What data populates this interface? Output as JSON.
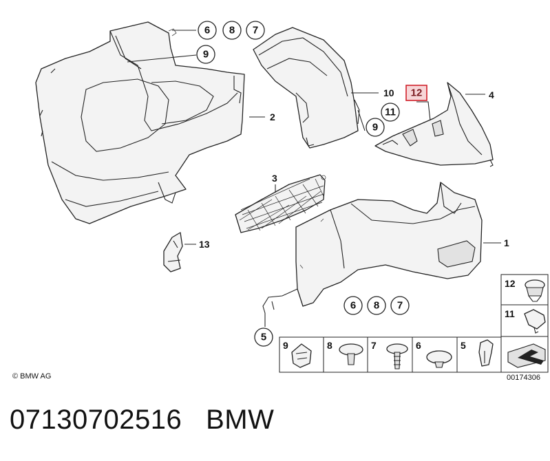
{
  "diagram": {
    "copyright": "© BMW AG",
    "diagram_id": "00174306",
    "highlighted_part": "12",
    "highlight_color": "#d0202a",
    "callouts": {
      "c1": "1",
      "c2": "2",
      "c3": "3",
      "c4": "4",
      "c5": "5",
      "c9": "9",
      "c10": "10",
      "c11": "11",
      "c12": "12",
      "c13": "13",
      "top_group": [
        "6",
        "8",
        "7"
      ],
      "top_nine": "9",
      "mid_group": [
        "6",
        "8",
        "7"
      ]
    },
    "legend_row": [
      "9",
      "8",
      "7",
      "6",
      "5"
    ],
    "legend_side": [
      "12",
      "11"
    ]
  },
  "caption": {
    "part_number": "07130702516",
    "brand": "BMW"
  }
}
